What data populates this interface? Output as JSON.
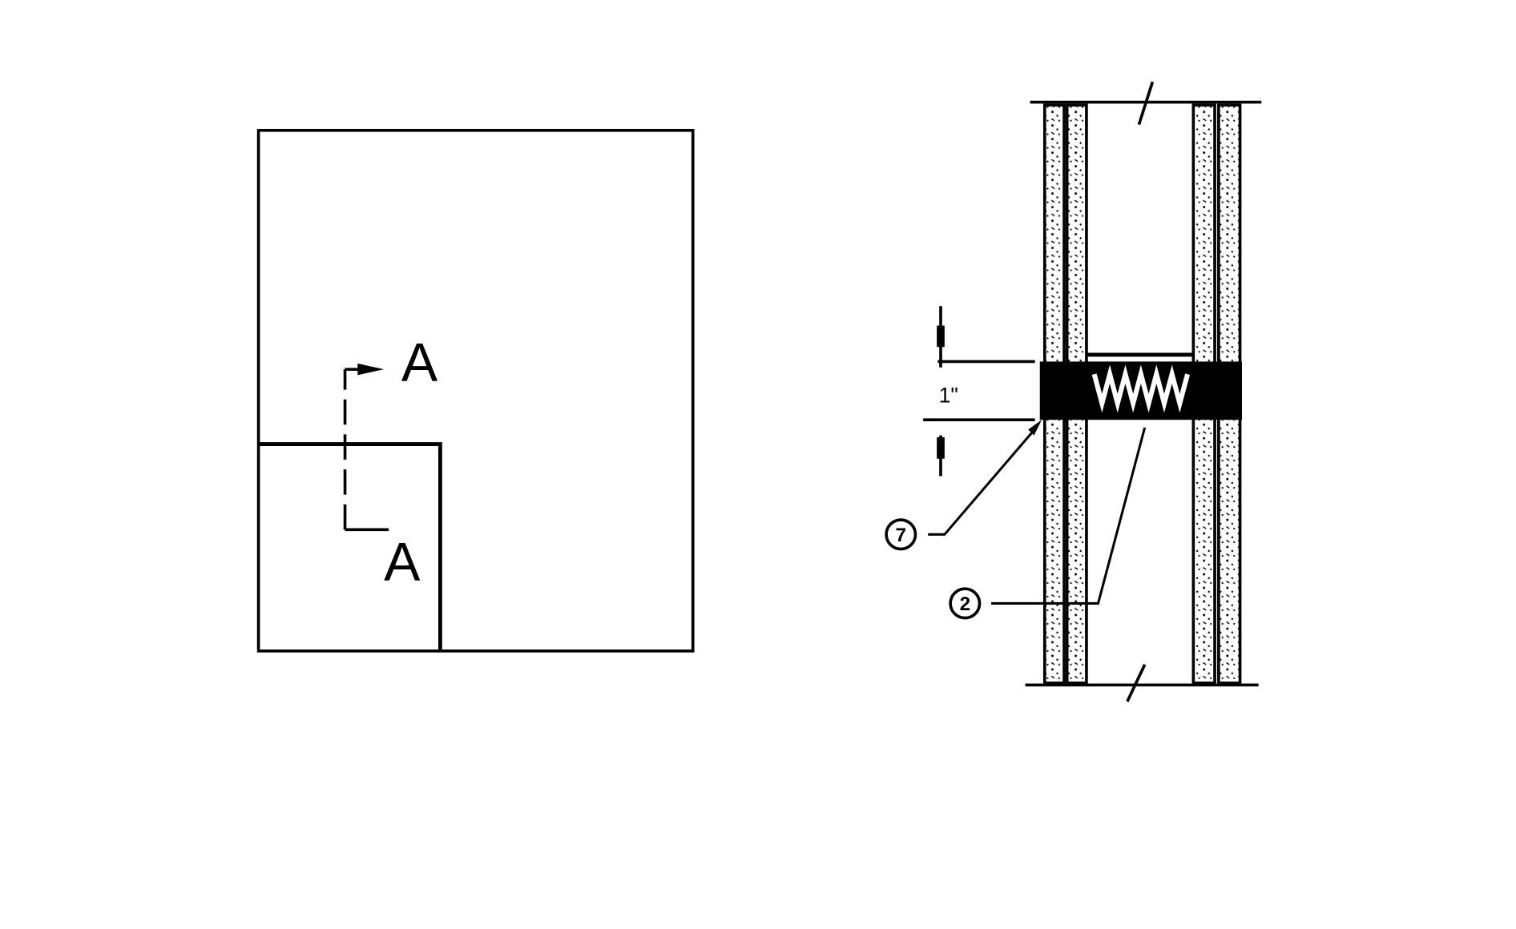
{
  "plan_view": {
    "section_marker_top": "A",
    "section_marker_bottom": "A"
  },
  "section_detail": {
    "dimension_label": "1\"",
    "callouts": [
      {
        "label": "7"
      },
      {
        "label": "2"
      }
    ]
  },
  "colors": {
    "line": "#000000",
    "background": "#ffffff"
  }
}
